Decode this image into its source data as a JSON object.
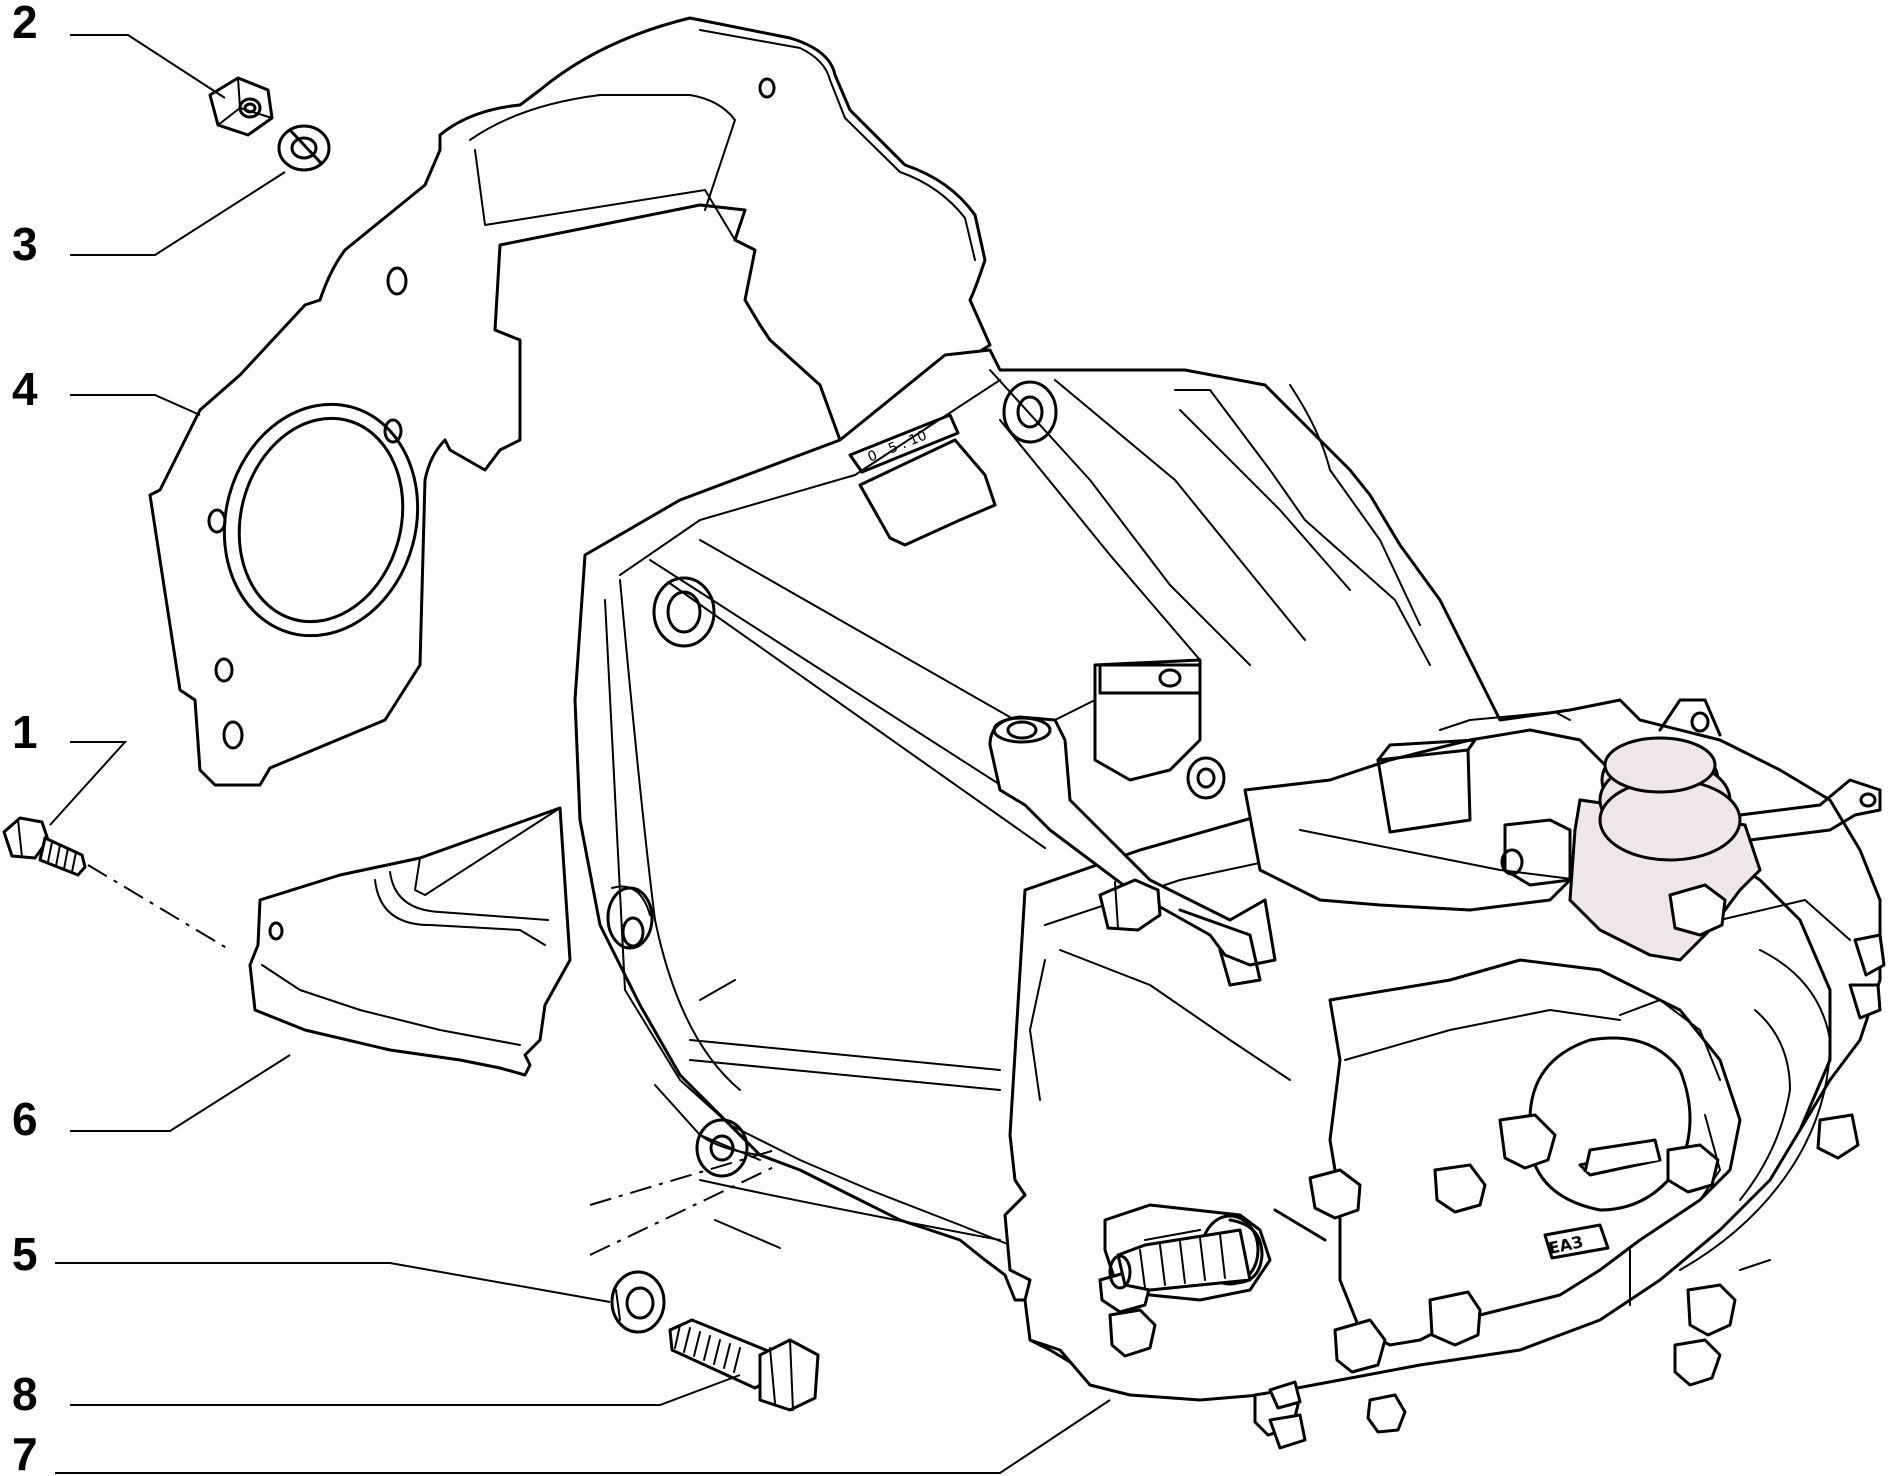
{
  "callouts": [
    {
      "id": "c1",
      "label": "1"
    },
    {
      "id": "c2",
      "label": "2"
    },
    {
      "id": "c3",
      "label": "3"
    },
    {
      "id": "c4",
      "label": "4"
    },
    {
      "id": "c5",
      "label": "5"
    },
    {
      "id": "c6",
      "label": "6"
    },
    {
      "id": "c7",
      "label": "7"
    },
    {
      "id": "c8",
      "label": "8"
    }
  ],
  "scale_marks": {
    "text": "0 . 5 . 10"
  },
  "nameplate": {
    "text": "ЕАЗ"
  }
}
